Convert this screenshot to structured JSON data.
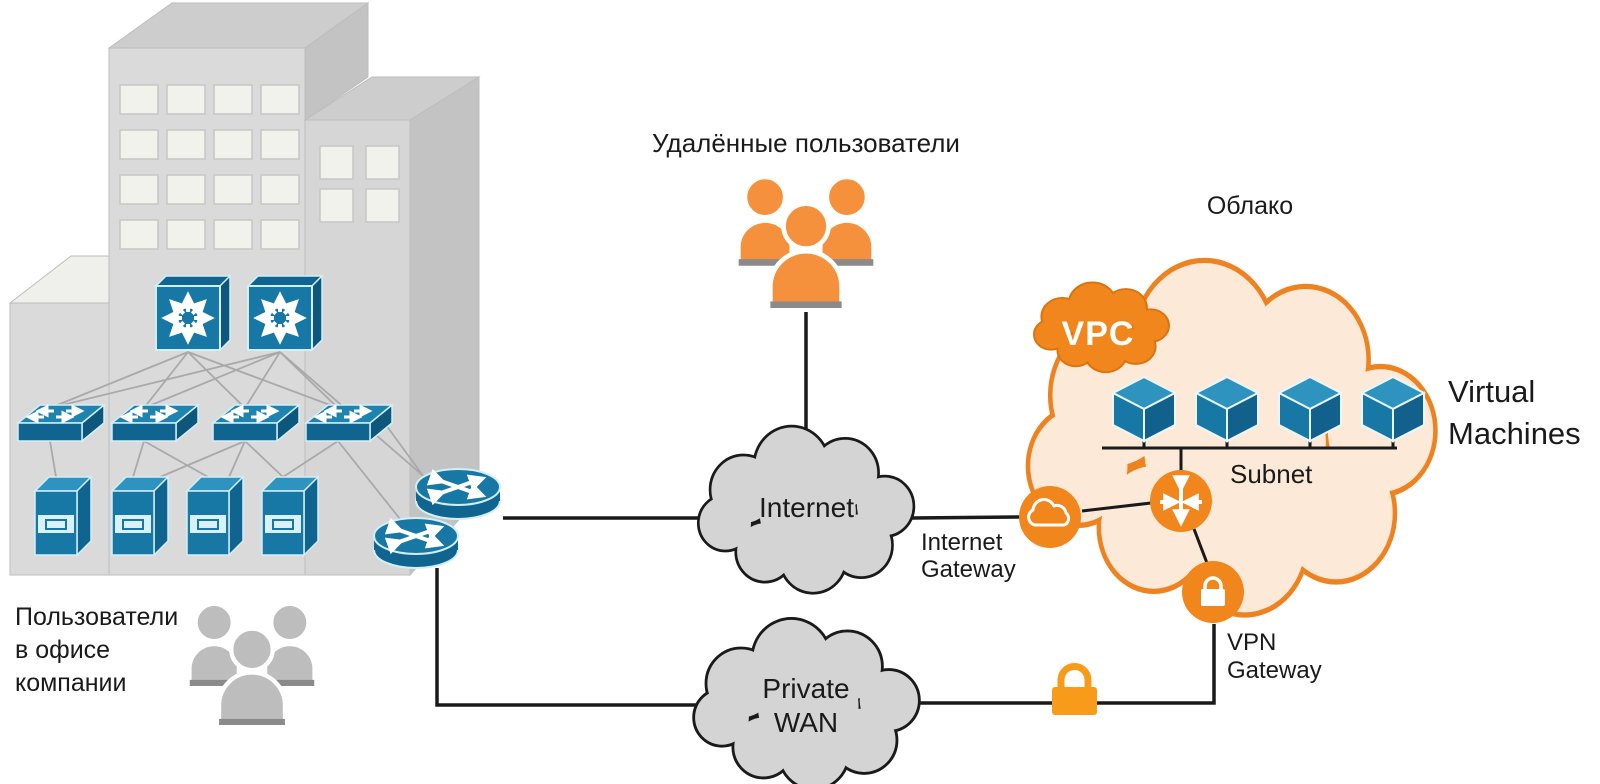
{
  "diagram_title": "Hybrid network: company office and remote users connecting to a cloud VPC",
  "labels": {
    "office_users": "Пользователи\nв офисе\nкомпании",
    "remote_users": "Удалённые пользователи",
    "cloud_title": "Облако",
    "internet_cloud": "Internet",
    "private_wan_cloud": "Private\nWAN",
    "internet_gateway": "Internet\nGateway",
    "vpn_gateway": "VPN\nGateway",
    "vpc_badge": "VPC",
    "subnet": "Subnet",
    "virtual_machines": "Virtual\nMachines"
  },
  "counts": {
    "core_switches": 2,
    "access_switches": 4,
    "servers": 4,
    "office_routers": 2,
    "virtual_machines": 4
  },
  "icons": {
    "office-building-icon": "isometric gray office building with windows",
    "core-switch-icon": "blue multilayer switch with 8-arrow starburst",
    "access-switch-icon": "flat blue workgroup switch with arrows",
    "server-icon": "blue server chassis",
    "router-icon": "blue router disc with crossed arrows",
    "office-users-icon": "gray three-person group",
    "remote-users-icon": "orange three-person group",
    "internet-cloud-icon": "gray cloud outline",
    "private-wan-cloud-icon": "gray cloud outline",
    "vpc-cloud-icon": "large orange-outlined cloud",
    "vpc-badge-icon": "small solid orange cloud badge",
    "internet-gateway-icon": "white cloud glyph in orange circle",
    "vpc-router-icon": "white four-arrow glyph in orange circle",
    "vpn-gateway-icon": "white padlock in orange circle",
    "wan-lock-icon": "orange padlock on link",
    "vm-cube-icon": "blue 3D cube"
  },
  "colors": {
    "cisco_blue": "#1878A5",
    "cisco_blue_dark": "#0F6490",
    "cisco_blue_light_edge": "#D2EEF7",
    "orange_accent": "#F1861C",
    "lock_orange": "#F89B1A",
    "vpc_cloud_fill": "#FCE9D8",
    "vpc_cloud_stroke": "#EF8220",
    "gray_cloud_fill": "#D4D4D4",
    "building_gray": "#DADADA",
    "people_gray": "#BDBDBD",
    "people_orange": "#F5913D",
    "line_black": "#1A1A1A",
    "mesh_gray": "#A9A9A9"
  }
}
